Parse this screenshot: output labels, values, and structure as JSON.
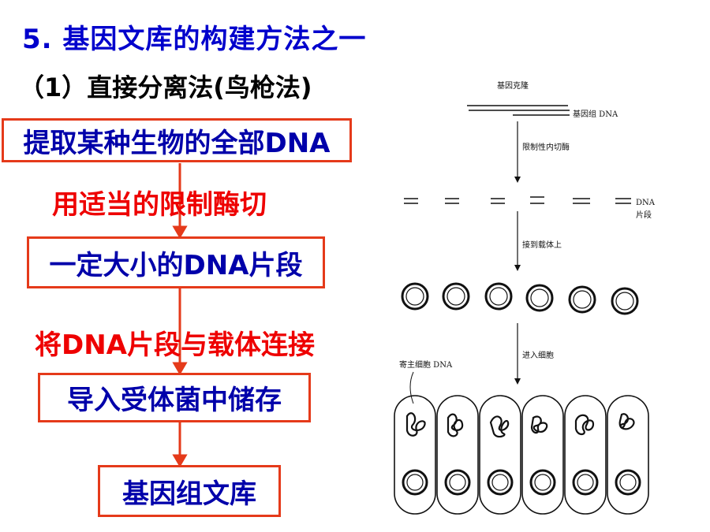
{
  "heading": "5. 基因文库的构建方法之一",
  "subheading": "（1）直接分离法(鸟枪法)",
  "flow": {
    "boxes": [
      "提取某种生物的全部DNA",
      "一定大小的DNA片段",
      "导入受体菌中储存",
      "基因组文库"
    ],
    "steps": [
      "用适当的限制酶切",
      "将DNA片段与载体连接"
    ]
  },
  "diagram": {
    "labels": {
      "gene_clone": "基因克隆",
      "genomic_dna": "基因组 DNA",
      "restriction": "限制性内切酶",
      "dna": "DNA",
      "fragment": "片段",
      "ligate": "接到载体上",
      "enter_cell": "进入细胞",
      "host_dna": "寄主细胞 DNA"
    }
  },
  "colors": {
    "heading": "#0000cc",
    "box_border": "#e53a1a",
    "box_text": "#0000aa",
    "step_text": "#ee0000"
  }
}
